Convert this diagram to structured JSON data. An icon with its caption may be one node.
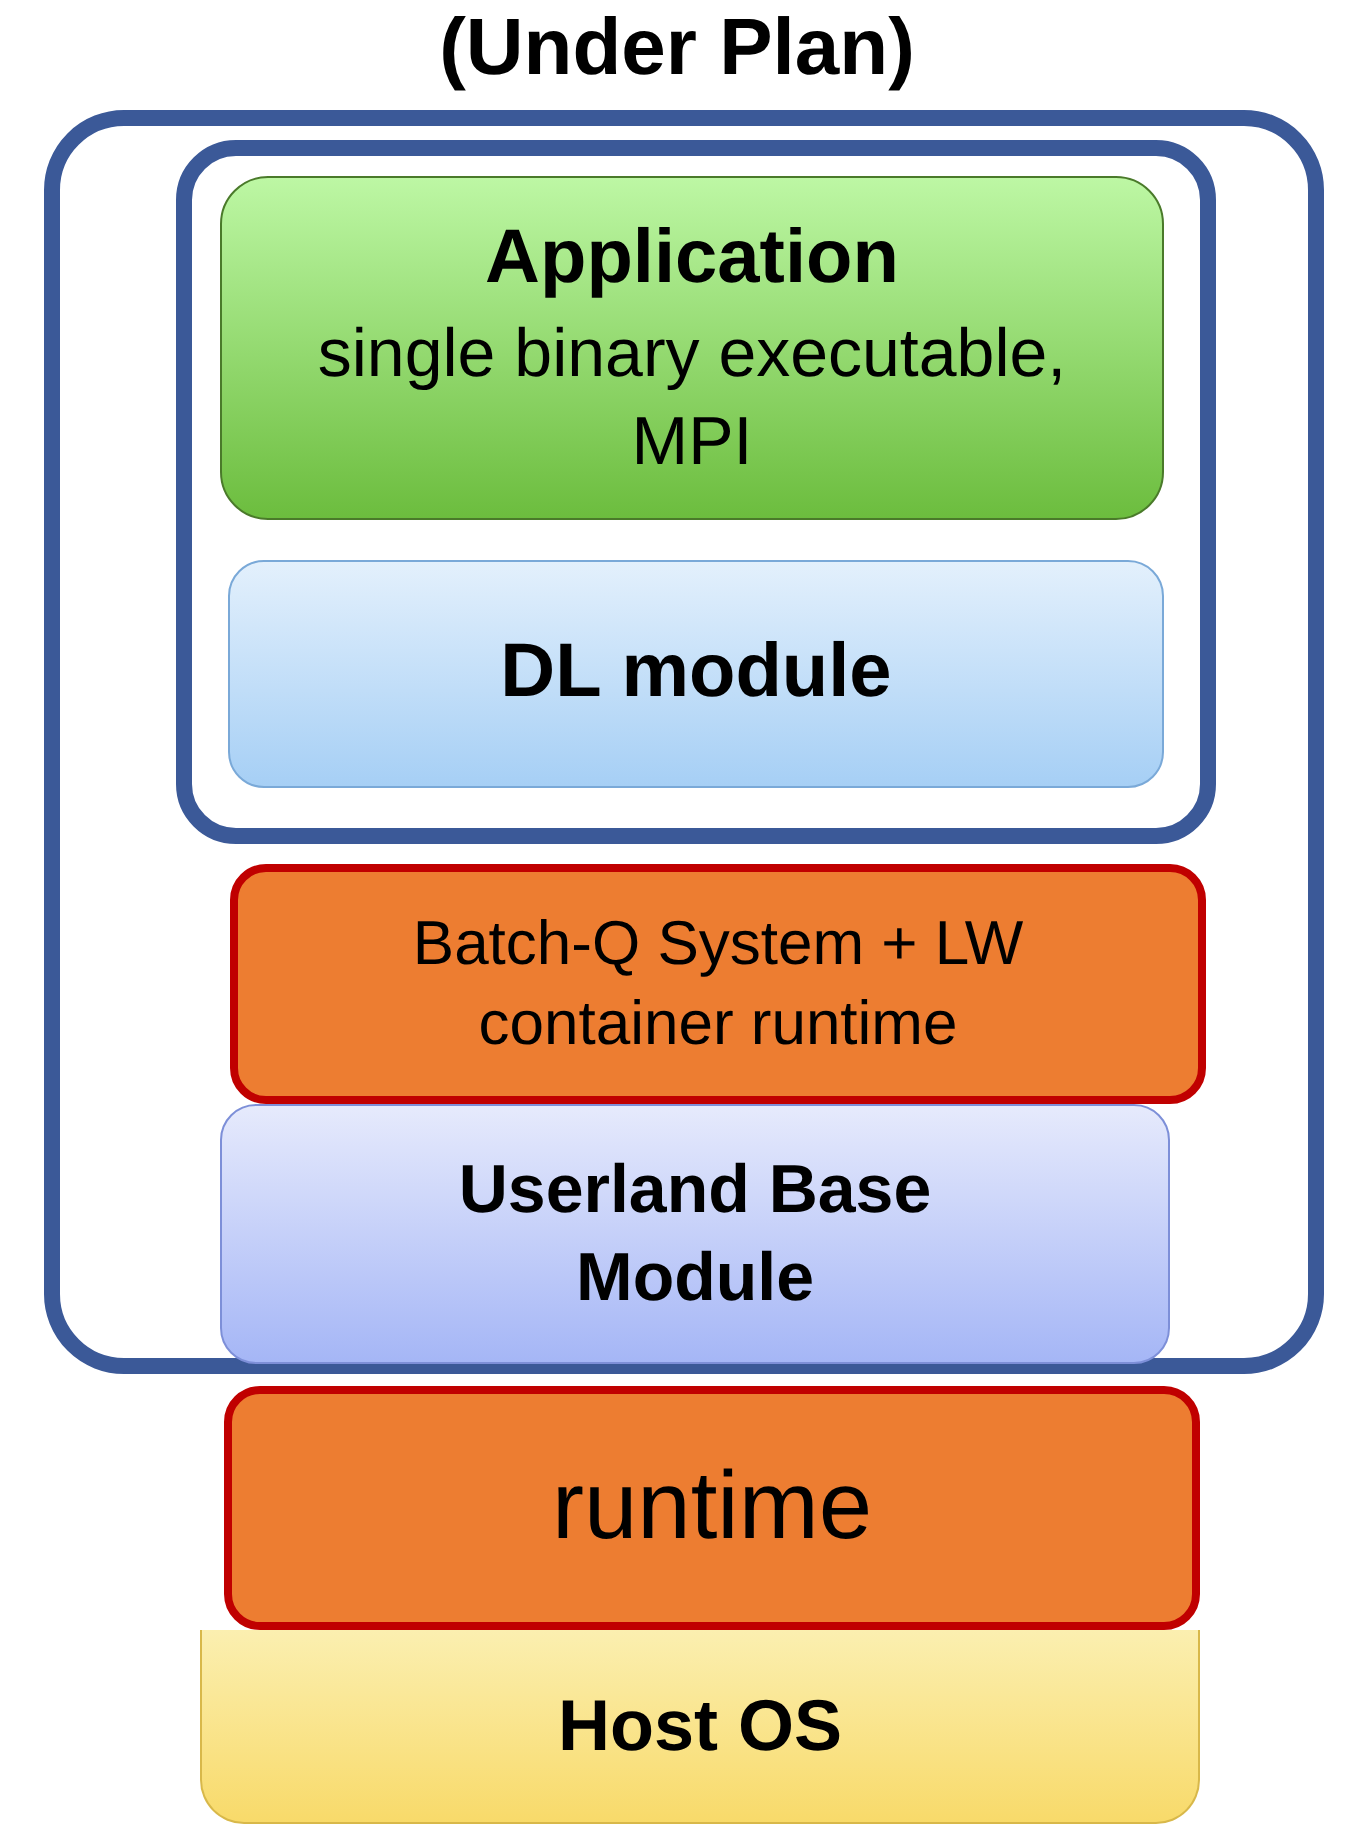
{
  "diagram": {
    "title": "(Under Plan)",
    "nodes": [
      {
        "text": [],
        "shape": "box"
      },
      {
        "text": [],
        "shape": "box",
        "in": 0
      },
      {
        "text": [
          "Application",
          "single binary executable, MPI"
        ],
        "in": 1
      },
      {
        "text": [
          "DL module"
        ],
        "in": 1
      },
      {
        "text": [
          "Batch-Q System + LW container runtime"
        ],
        "in": 0
      },
      {
        "text": [
          "Userland Base Module"
        ],
        "in": 0
      },
      {
        "text": [
          "Host OS"
        ]
      },
      {
        "text": [
          "runtime"
        ]
      }
    ]
  }
}
